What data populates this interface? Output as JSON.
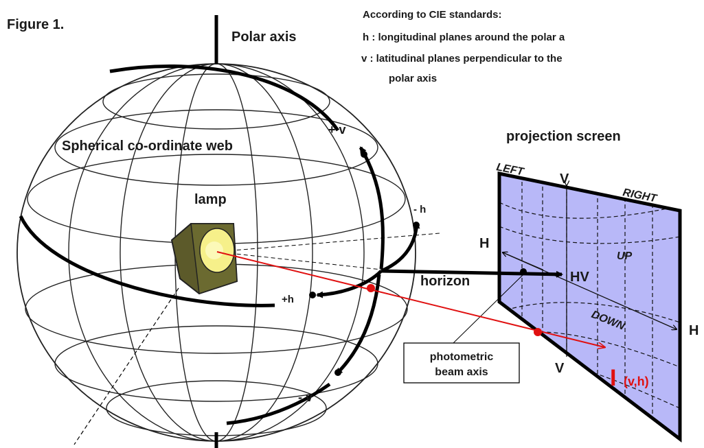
{
  "figure_label": "Figure 1.",
  "standards": {
    "heading": "According to CIE standards:",
    "h_line": "h :  longitudinal planes around the polar a",
    "v_line1": "v :  latitudinal planes perpendicular to the",
    "v_line2": "polar axis"
  },
  "sphere": {
    "polar_axis": "Polar axis",
    "web_label": "Spherical co-ordinate web",
    "lamp": "lamp",
    "plus_v": "+ v",
    "minus_v": "- v",
    "minus_h": "- h",
    "plus_h": "+h",
    "horizon": "horizon"
  },
  "screen": {
    "title": "projection screen",
    "left": "LEFT",
    "right": "RIGHT",
    "up": "UP",
    "down": "DOWN",
    "v_top": "V",
    "v_bottom": "V",
    "h_left": "H",
    "h_right": "H",
    "hv": "HV",
    "intensity_symbol": "I",
    "intensity_subscript": "(v,h)"
  },
  "beam_box": {
    "line1": "photometric",
    "line2": "beam axis"
  },
  "colors": {
    "screen_fill": "#b8b8f8",
    "beam_red": "#e01010",
    "lamp_body": "#5c5a2a",
    "lamp_lens": "#f6f08a"
  }
}
